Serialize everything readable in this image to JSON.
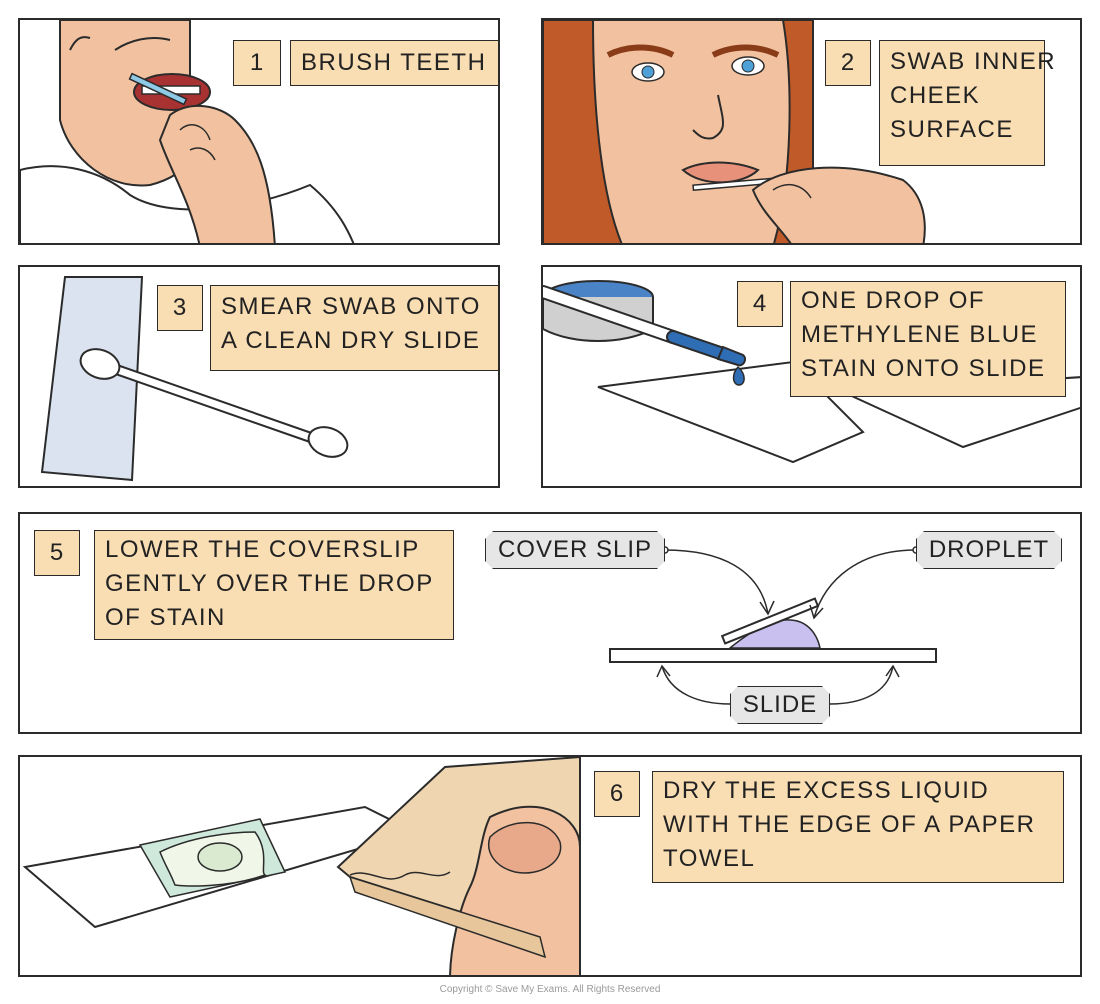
{
  "steps": [
    {
      "number": "1",
      "lines": [
        "BRUSH TEETH"
      ]
    },
    {
      "number": "2",
      "lines": [
        "SWAB INNER",
        "CHEEK",
        "SURFACE"
      ]
    },
    {
      "number": "3",
      "lines": [
        "SMEAR SWAB ONTO",
        "A CLEAN DRY SLIDE"
      ]
    },
    {
      "number": "4",
      "lines": [
        "ONE DROP OF",
        "METHYLENE BLUE",
        "STAIN ONTO SLIDE"
      ]
    },
    {
      "number": "5",
      "lines": [
        "LOWER THE COVERSLIP",
        "GENTLY OVER THE DROP",
        "OF STAIN"
      ]
    },
    {
      "number": "6",
      "lines": [
        "DRY THE EXCESS LIQUID",
        "WITH THE EDGE OF A PAPER",
        "TOWEL"
      ]
    }
  ],
  "diagram_labels": {
    "cover_slip": "COVER SLIP",
    "droplet": "DROPLET",
    "slide": "SLIDE"
  },
  "colors": {
    "label_fill": "#f9deb4",
    "tag_fill": "#e6e6e6",
    "skin": "#f2c2a0",
    "hair": "#c05a28",
    "stain_blue": "#2f6db5",
    "slide_blue": "#dae3ef",
    "droplet": "#c9c0f0"
  },
  "copyright": "Copyright © Save My Exams. All Rights Reserved"
}
